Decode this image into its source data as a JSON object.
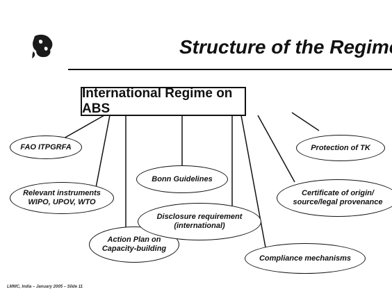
{
  "slide": {
    "title": "Structure of the Regime",
    "central_box": "International Regime on ABS",
    "nodes": {
      "fao": {
        "line1": "FAO ITPGRFA"
      },
      "relevant": {
        "line1": "Relevant instruments",
        "line2": "WIPO, UPOV, WTO"
      },
      "action": {
        "line1": "Action Plan on",
        "line2": "Capacity-building"
      },
      "bonn": {
        "line1": "Bonn Guidelines"
      },
      "disclosure": {
        "line1": "Disclosure requirement",
        "line2": "(international)"
      },
      "compliance": {
        "line1": "Compliance mechanisms"
      },
      "certificate": {
        "line1": "Certificate of origin/",
        "line2": "source/legal provenance"
      },
      "tk": {
        "line1": "Protection of TK"
      }
    },
    "footer": "LMMC, India – January 2005 – Slide 11"
  }
}
